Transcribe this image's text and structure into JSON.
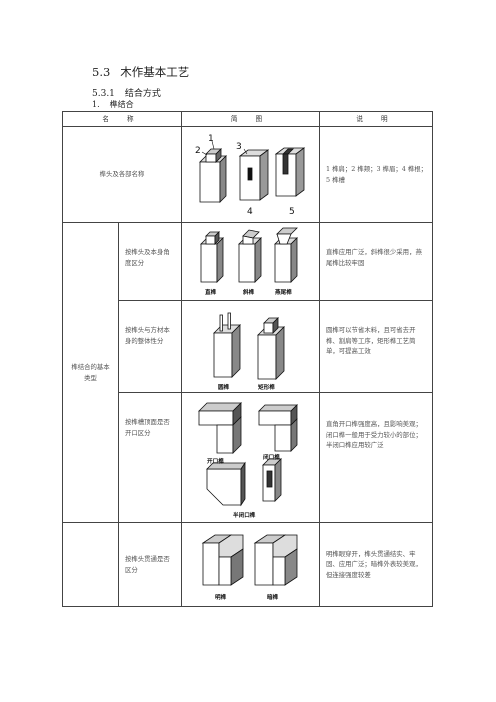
{
  "heading": {
    "num": "5.3",
    "title": "木作基本工艺"
  },
  "subheading": {
    "num": "5.3.1",
    "title": "结合方式"
  },
  "item": {
    "num": "1.",
    "title": "榫结合"
  },
  "table": {
    "headers": [
      "名 称",
      "简 图",
      "说 明"
    ],
    "row_parts": {
      "name": "榫头及各部名称",
      "numbers": [
        "1",
        "2",
        "3",
        "4",
        "5"
      ],
      "desc": "1 榫肩；2 榫颊；3 榫眉；4 榫根；5 榫槽"
    },
    "group_name": "榫结合的基本类型",
    "rows": [
      {
        "category": "按榫头及本身角度区分",
        "labels": [
          "直榫",
          "斜榫",
          "燕尾榫"
        ],
        "desc": "直榫应用广泛，斜榫很少采用，燕尾榫比较牢固"
      },
      {
        "category": "按榫头与方材本身的整体性分",
        "labels": [
          "圆榫",
          "矩形榫"
        ],
        "desc": "圆榫可以节省木料，且可省去开榫、割肩等工序，矩形榫工艺简单，可提高工效"
      },
      {
        "category": "按榫槽顶面是否开口区分",
        "labels": [
          "开口榫",
          "闭口榫",
          "半闭口榫"
        ],
        "desc": "直角开口榫强度高，且影响美观；闭口榫一般用于受力较小的部位；半闭口榫应用较广泛"
      },
      {
        "category": "按榫头贯通是否区分",
        "labels": [
          "明榫",
          "暗榫"
        ],
        "desc": "明榫眼穿开，榫头贯通结实、牢固、应用广泛；暗榫外表较美观，但连接强度较差"
      }
    ]
  }
}
